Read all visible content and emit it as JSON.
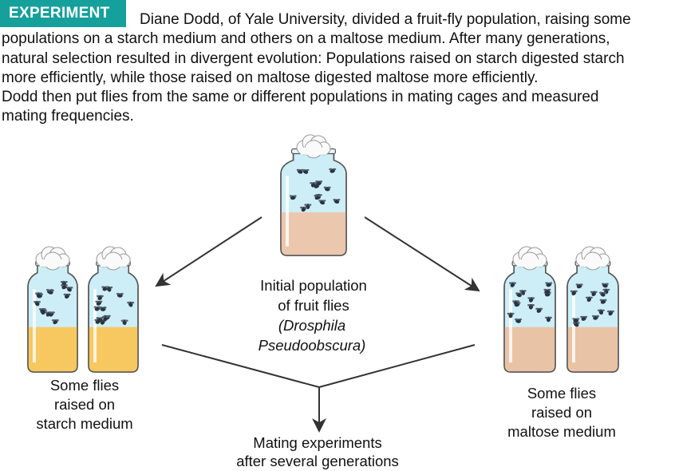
{
  "banner": "EXPERIMENT",
  "intro": {
    "lines": [
      "Diane Dodd, of  Yale University, divided a fruit-fly population, raising some",
      "populations on a starch medium and others on a maltose medium. After many generations,",
      "natural selection resulted in divergent evolution: Populations raised on starch digested starch",
      "more efficiently, while those raised on maltose digested maltose more efficiently.",
      "Dodd then put flies from the same or different populations in mating cages and measured",
      "mating frequencies."
    ]
  },
  "center_label": {
    "line1": "Initial population",
    "line2": "of fruit flies",
    "line3": "(Drosphila",
    "line4": "Pseudoobscura)"
  },
  "starch_label": {
    "line1": "Some flies",
    "line2": "raised on",
    "line3": "starch medium"
  },
  "maltose_label": {
    "line1": "Some flies",
    "line2": "raised on",
    "line3": "maltose medium"
  },
  "mating_label": {
    "line1": "Mating experiments",
    "line2": "after several generations"
  },
  "colors": {
    "banner": "#16a09c",
    "glass": "#cdeef6",
    "starch": "#f7c860",
    "maltose": "#e9c3a6",
    "initial_medium": "#ebc7ad",
    "arrow": "#333333"
  }
}
